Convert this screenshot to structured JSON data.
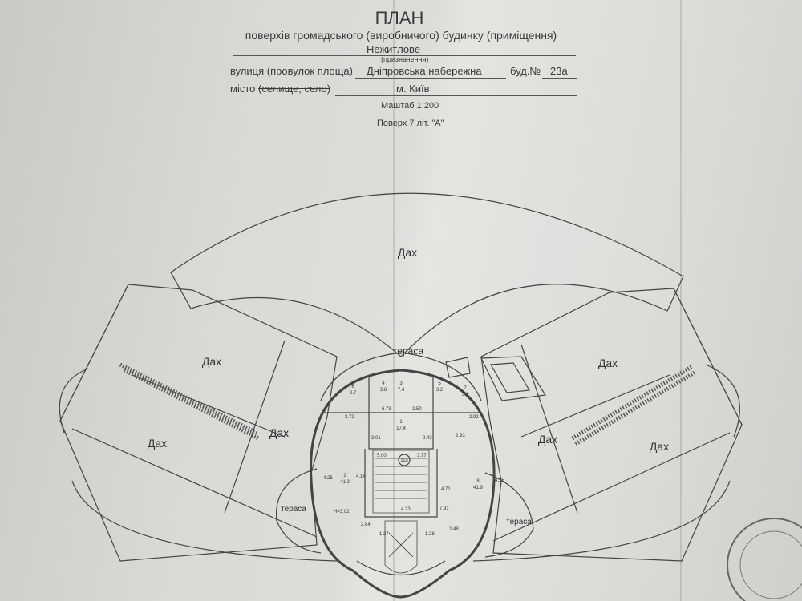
{
  "header": {
    "title": "ПЛАН",
    "subtitle": "поверхів громадського (виробничого) будинку (приміщення)",
    "purpose_value": "Нежитлове",
    "purpose_caption": "(призначення)",
    "street_label_plain": "вулиця ",
    "street_label_struck": "(провулок площа)",
    "street_value": "Дніпровська набережна",
    "building_label": "буд.№",
    "building_value": "23а",
    "city_label_plain": "місто ",
    "city_label_struck": "(селище, село)",
    "city_value": "м. Київ",
    "scale": "Маштаб 1:200",
    "floor": "Поверх 7 літ. \"А\""
  },
  "plan": {
    "roof_label": "Дах",
    "terrace_label": "тераса",
    "dims": {
      "d272": "2.72",
      "d673": "6.73",
      "d250": "2.50",
      "d243": "2.43",
      "d292": "2.92",
      "d301": "3.01",
      "d293": "2.93",
      "d500": "5.00",
      "d377": "3.77",
      "d425": "4.25",
      "d414": "4.14",
      "d471": "4.71",
      "d415": "4.15",
      "d423": "4.23",
      "d127": "1.27",
      "d128": "1.28",
      "d284": "2.84",
      "d248": "2.48",
      "d731": "7.31",
      "height": "H=3.02"
    },
    "rooms": [
      {
        "no": "6",
        "area": "2.7"
      },
      {
        "no": "4",
        "area": "3.8"
      },
      {
        "no": "3",
        "area": "7.4"
      },
      {
        "no": "5",
        "area": "3.2"
      },
      {
        "no": "7",
        "area": "3.1"
      },
      {
        "no": "1",
        "area": "17.4"
      },
      {
        "no": "2",
        "area": "41.2"
      },
      {
        "no": "8",
        "area": "41.9"
      }
    ],
    "stair_mark": "11а"
  }
}
